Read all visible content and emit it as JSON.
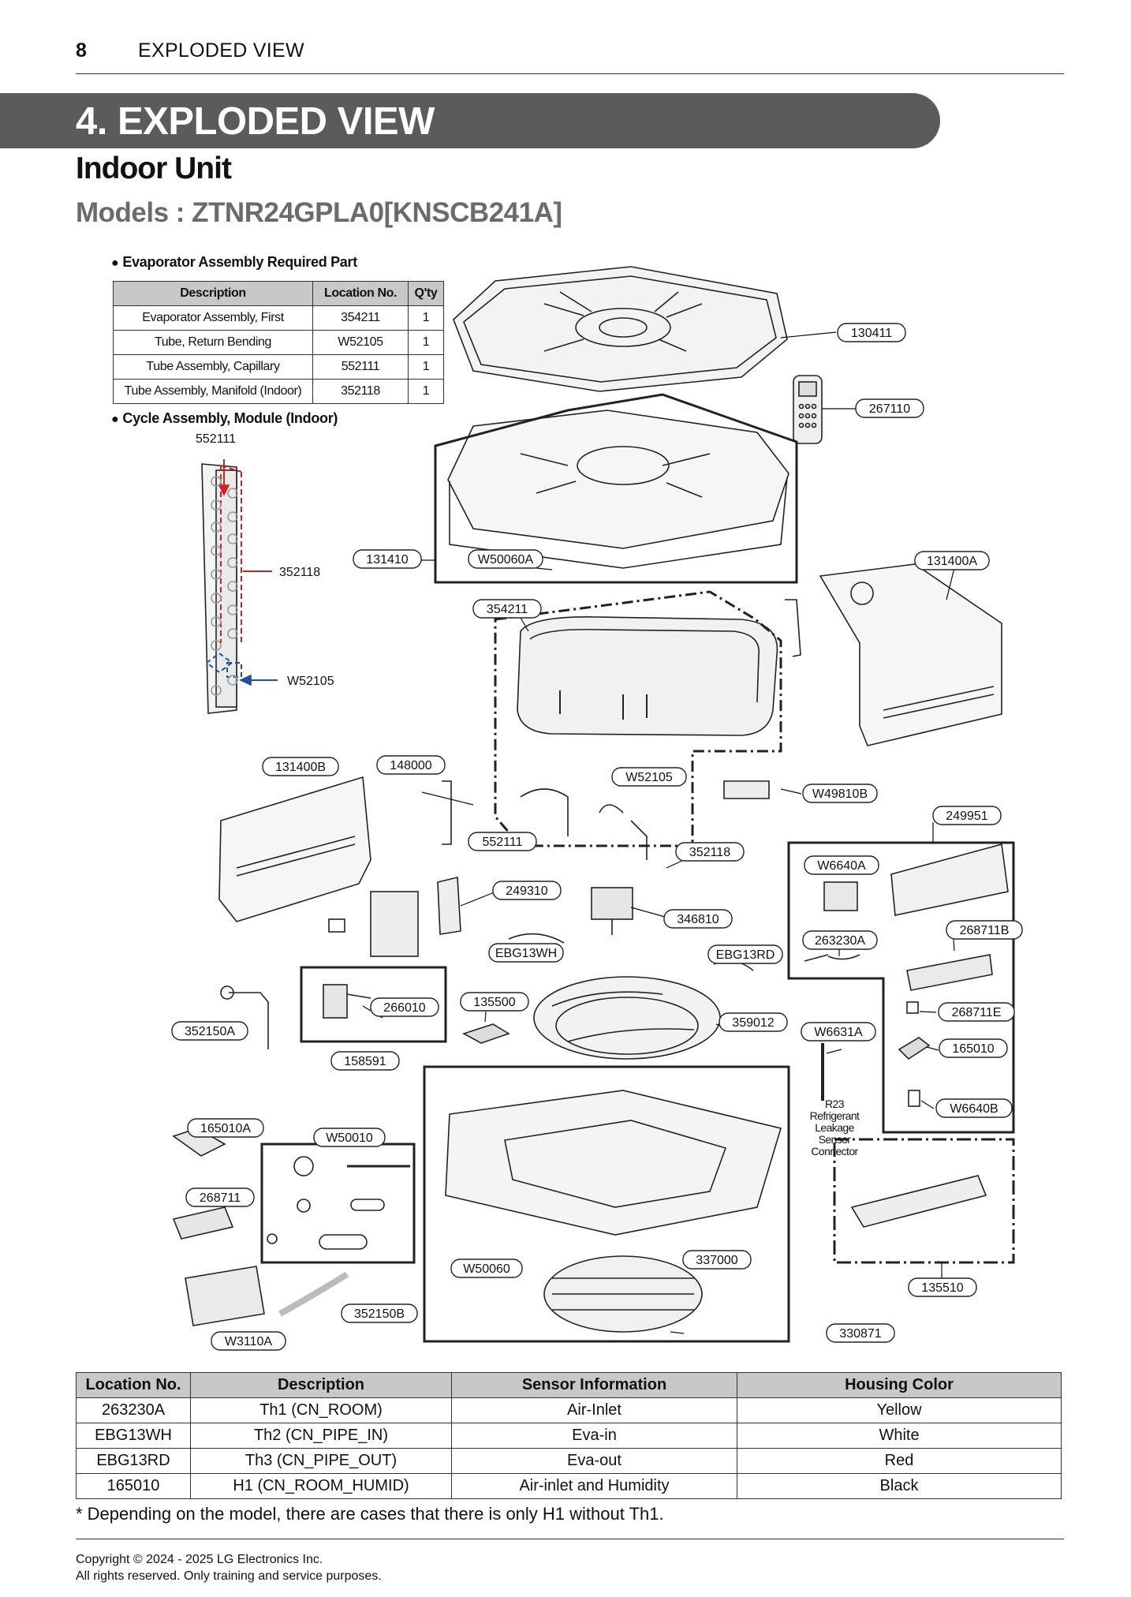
{
  "header": {
    "page_number": "8",
    "running_title": "EXPLODED VIEW"
  },
  "banner": {
    "title": "4. EXPLODED VIEW"
  },
  "subtitle": "Indoor Unit",
  "models": "Models : ZTNR24GPLA0[KNSCB241A]",
  "evaporator_section": {
    "label": "Evaporator Assembly Required Part",
    "columns": [
      "Description",
      "Location No.",
      "Q'ty"
    ],
    "rows": [
      [
        "Evaporator Assembly, First",
        "354211",
        "1"
      ],
      [
        "Tube, Return Bending",
        "W52105",
        "1"
      ],
      [
        "Tube Assembly, Capillary",
        "552111",
        "1"
      ],
      [
        "Tube Assembly, Manifold (Indoor)",
        "352118",
        "1"
      ]
    ]
  },
  "cycle_section": {
    "label": "Cycle Assembly, Module (Indoor)",
    "labels": [
      "552111",
      "352118",
      "W52105"
    ]
  },
  "callouts": [
    "130411",
    "267110",
    "131410",
    "W50060A",
    "131400A",
    "354211",
    "131400B",
    "148000",
    "W52105",
    "W49810B",
    "249951",
    "552111",
    "352118",
    "W6640A",
    "249310",
    "346810",
    "268711B",
    "EBG13WH",
    "EBG13RD",
    "263230A",
    "266010",
    "135500",
    "268711E",
    "352150A",
    "359012",
    "W6631A",
    "165010",
    "158591",
    "W6640B",
    "165010A",
    "W50010",
    "268711",
    "W50060",
    "337000",
    "135510",
    "352150B",
    "W3110A",
    "330871"
  ],
  "sensor_note": "R23 Refrigerant Leakage Sensor Connector",
  "sensor_table": {
    "columns": [
      "Location No.",
      "Description",
      "Sensor Information",
      "Housing Color"
    ],
    "rows": [
      [
        "263230A",
        "Th1 (CN_ROOM)",
        "Air-Inlet",
        "Yellow"
      ],
      [
        "EBG13WH",
        "Th2 (CN_PIPE_IN)",
        "Eva-in",
        "White"
      ],
      [
        "EBG13RD",
        "Th3 (CN_PIPE_OUT)",
        "Eva-out",
        "Red"
      ],
      [
        "165010",
        "H1 (CN_ROOM_HUMID)",
        "Air-inlet and Humidity",
        "Black"
      ]
    ]
  },
  "footnote": "* Depending on the model, there are cases that there is only H1 without Th1.",
  "copyright": {
    "line1": "Copyright © 2024 - 2025 LG Electronics Inc.",
    "line2": "All rights reserved. Only training and service purposes."
  },
  "colors": {
    "banner": "#5b5b5b",
    "table_header": "#c8c8c8",
    "manifold_marker": "#cc2222",
    "return_marker": "#1f4fa0"
  }
}
